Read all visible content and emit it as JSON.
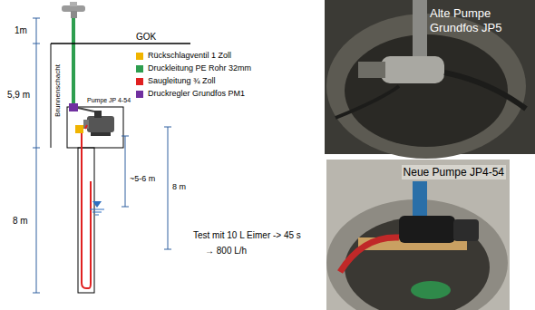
{
  "diagram": {
    "nodes": [
      {
        "text": [
          "Alte Pumpe Grundfos JP5"
        ]
      },
      {
        "text": [
          "Neue Pumpe JP4-54"
        ]
      }
    ],
    "labels": [
      "1m",
      "5,9 m",
      "8 m",
      "GOK",
      "Brunnenschacht",
      "Pumpe JP 4-54",
      "~5-6 m",
      "8 m",
      "Test mit 10 L Eimer -> 45 s",
      "→ 800 L/h"
    ],
    "legend": [
      {
        "text": "Rückschlagventil 1 Zoll",
        "color": "#f0b400"
      },
      {
        "text": "Druckleitung PE Rohr 32mm",
        "color": "#2e9e4f"
      },
      {
        "text": "Saugleitung ¾ Zoll",
        "color": "#e02020"
      },
      {
        "text": "Druckregler Grundfos PM1",
        "color": "#7030a0"
      }
    ]
  }
}
